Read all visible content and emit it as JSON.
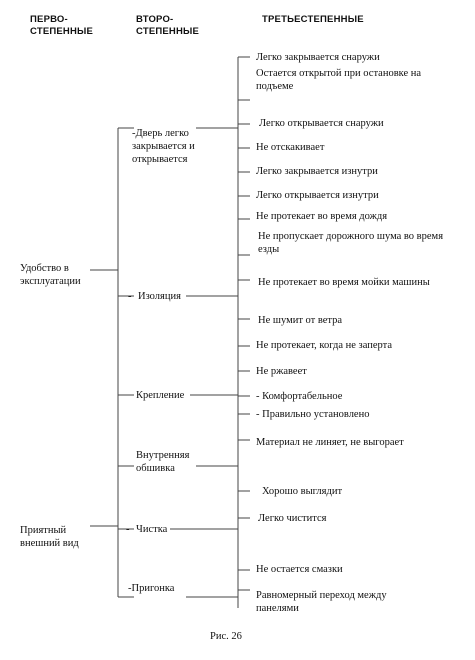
{
  "headers": {
    "primary": [
      "ПЕРВО-",
      "СТЕПЕННЫЕ"
    ],
    "secondary": [
      "ВТОРО-",
      "СТЕПЕННЫЕ"
    ],
    "tertiary": "ТРЕТЬЕСТЕПЕННЫЕ"
  },
  "primary": [
    {
      "label": [
        "Удобство в",
        "эксплуатации"
      ]
    },
    {
      "label": [
        "Приятный",
        "внешний вид"
      ]
    }
  ],
  "secondary": [
    {
      "label": [
        "Дверь легко",
        "закрывается и",
        "открывается"
      ],
      "prefix": "-"
    },
    {
      "label": [
        "Изоляция"
      ],
      "prefix": "-"
    },
    {
      "label": [
        "Крепление"
      ],
      "prefix": ""
    },
    {
      "label": [
        "Внутренняя",
        "обшивка"
      ],
      "prefix": ""
    },
    {
      "label": [
        "Чистка"
      ],
      "prefix": "-"
    },
    {
      "label": [
        "Пригонка"
      ],
      "prefix": "-"
    }
  ],
  "tertiary": [
    "Легко закрывается снаружи",
    "Остается открытой при остановке на подъеме",
    "Легко открывается снаружи",
    "Не отскакивает",
    "Легко закрывается изнутри",
    "Легко открывается изнутри",
    "Не протекает во время дождя",
    "Не пропускает дорожного шума во время езды",
    "Не протекает во время мойки машины",
    "Не шумит от ветра",
    "Не протекает, когда не заперта",
    "Не ржавеет",
    "- Комфортабельное",
    "- Правильно установлено",
    "Материал не линяет, не выгорает",
    "Хорошо выглядит",
    "Легко чистится",
    "Не остается смазки",
    "Равномерный переход между панелями"
  ],
  "caption": "Рис. 26"
}
